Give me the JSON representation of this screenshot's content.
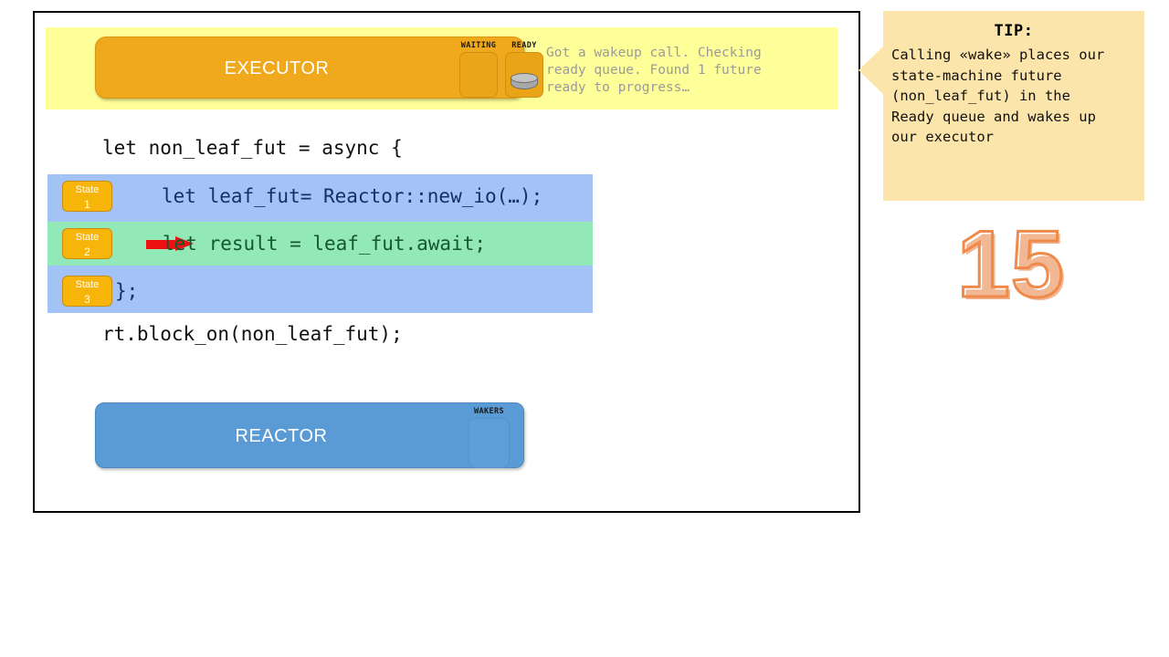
{
  "slide": {
    "number": "15",
    "number_color": "#ef8a4b"
  },
  "executor": {
    "label": "EXECUTOR",
    "box_color": "#f0a91c",
    "highlight_color": "#ffff99",
    "slots": [
      {
        "caption": "WAITING",
        "occupied": false
      },
      {
        "caption": "READY",
        "occupied": true,
        "token": "cylinder-token"
      }
    ],
    "status_message": "Got a wakeup call. Checking\nready queue. Found 1 future\nready to progress…",
    "status_color": "#9a9a9a"
  },
  "code": {
    "open_line": "let non_leaf_fut = async {",
    "close_line": "rt.block_on(non_leaf_fut);",
    "block_color": "#a3c2f5",
    "active_row_color": "#93e8b8",
    "rows": [
      {
        "badge_word": "State",
        "badge_num": "1",
        "text": "let leaf_fut= Reactor::new_io(…);",
        "active": false
      },
      {
        "badge_word": "State",
        "badge_num": "2",
        "text": "let result = leaf_fut.await;",
        "active": true,
        "marker": "red-arrow"
      },
      {
        "badge_word": "State",
        "badge_num": "3",
        "text": "};",
        "active": false
      }
    ],
    "badge_color": "#f7b409",
    "arrow_color": "#ee1111"
  },
  "reactor": {
    "label": "REACTOR",
    "box_color": "#5b9bd5",
    "slots": [
      {
        "caption": "WAKERS",
        "occupied": false
      }
    ]
  },
  "tip": {
    "title": "TIP:",
    "body": "Calling «wake» places our\nstate-machine future\n(non_leaf_fut) in the\nReady queue and wakes up\nour executor",
    "background": "#fce5ab"
  }
}
